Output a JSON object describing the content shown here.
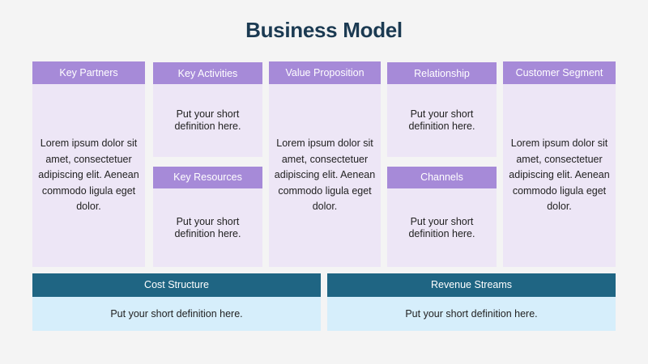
{
  "title": "Business Model",
  "blocks": {
    "key_partners": {
      "label": "Key Partners",
      "text": "Lorem ipsum dolor sit amet, consectetuer adipiscing elit. Aenean commodo ligula eget dolor."
    },
    "key_activities": {
      "label": "Key Activities",
      "text": "Put your short definition here."
    },
    "key_resources": {
      "label": "Key Resources",
      "text": "Put your short definition here."
    },
    "value_proposition": {
      "label": "Value Proposition",
      "text": "Lorem ipsum dolor sit amet, consectetuer adipiscing elit. Aenean commodo ligula eget dolor."
    },
    "relationship": {
      "label": "Relationship",
      "text": "Put your short definition here."
    },
    "channels": {
      "label": "Channels",
      "text": "Put your short definition here."
    },
    "customer_segment": {
      "label": "Customer Segment",
      "text": "Lorem ipsum dolor sit amet, consectetuer adipiscing elit. Aenean commodo ligula eget dolor."
    },
    "cost_structure": {
      "label": "Cost Structure",
      "text": "Put your short definition here."
    },
    "revenue_streams": {
      "label": "Revenue Streams",
      "text": "Put your short definition here."
    }
  },
  "colors": {
    "title": "#1b3a52",
    "purple_header": "#a68ad8",
    "purple_body": "#ede6f6",
    "blue_header": "#1f6583",
    "blue_body": "#d6eefb"
  }
}
